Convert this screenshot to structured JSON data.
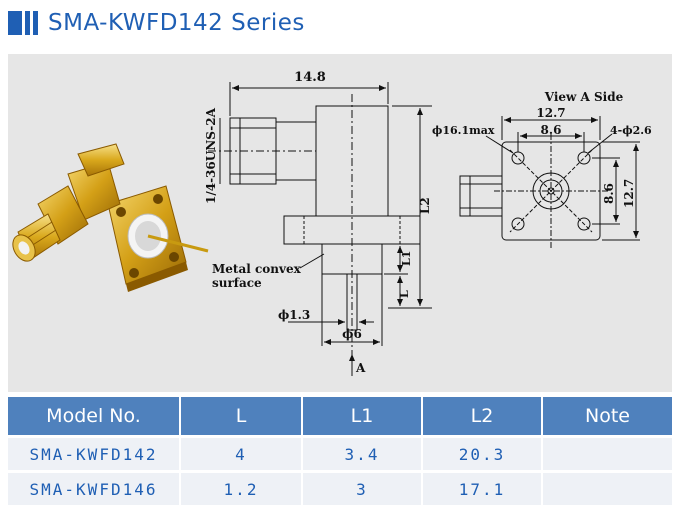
{
  "page": {
    "title": "SMA-KWFD142 Series",
    "accent_color": "#1f5fb4",
    "header_color": "#4f81bd"
  },
  "drawing": {
    "dim_14_8": "14.8",
    "thread": "1/4-36UNS-2A",
    "l2": "L2",
    "l1": "L1",
    "l": "L",
    "note_line1": "Metal convex",
    "note_line2": "surface",
    "phi_1_3": "ϕ1.3",
    "phi_6": "ϕ6",
    "arrow_a": "A",
    "view_a": "View A Side",
    "phi_16_1": "ϕ16.1max",
    "dim_12_7_top": "12.7",
    "dim_8_6_top": "8.6",
    "hole_callout": "4-ϕ2.6",
    "dim_8_6_side": "8.6",
    "dim_12_7_side": "12.7"
  },
  "table": {
    "headers": [
      "Model No.",
      "L",
      "L1",
      "L2",
      "Note"
    ],
    "rows": [
      [
        "SMA-KWFD142",
        "4",
        "3.4",
        "20.3",
        ""
      ],
      [
        "SMA-KWFD146",
        "1.2",
        "3",
        "17.1",
        ""
      ]
    ]
  }
}
